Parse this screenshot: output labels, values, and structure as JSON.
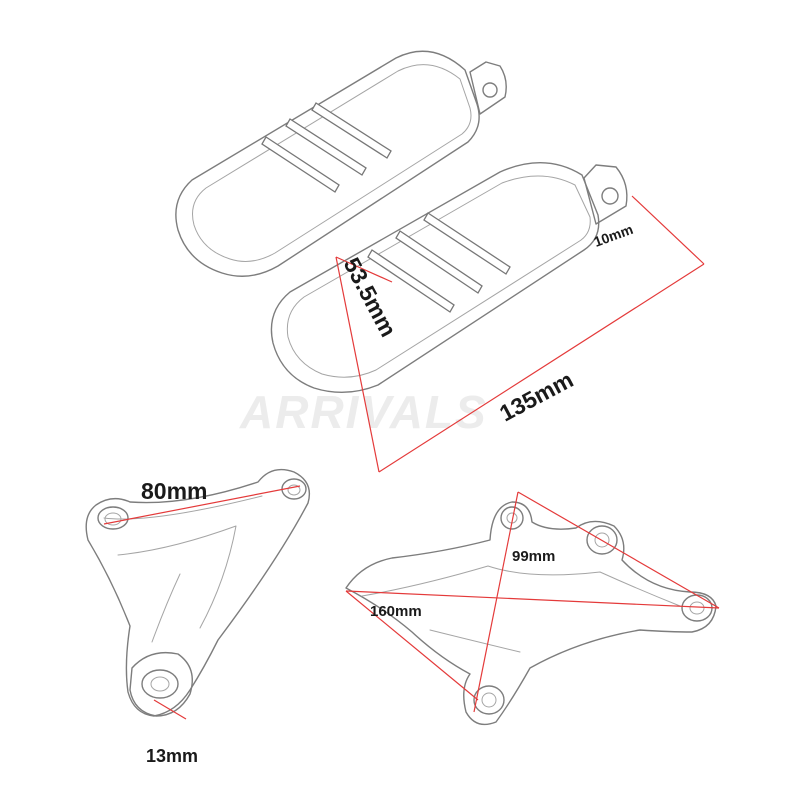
{
  "watermark": "ARRIVALS",
  "colors": {
    "dimension_line": "#e43a3a",
    "outline": "#7d7d7d",
    "background": "#ffffff"
  },
  "footboards": {
    "length_label": "135mm",
    "width_label": "53.5mm",
    "mount_hole_label": "10mm"
  },
  "left_bracket": {
    "width_label": "80mm",
    "hole_label": "13mm"
  },
  "right_bracket": {
    "width_label": "160mm",
    "height_label": "99mm"
  }
}
